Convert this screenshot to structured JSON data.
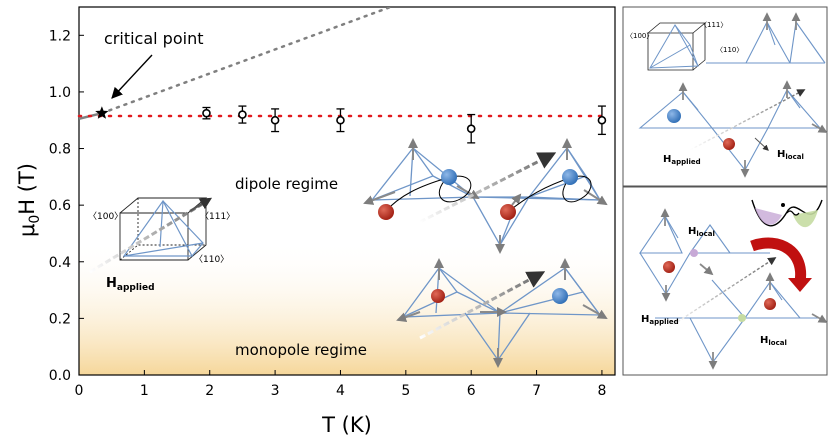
{
  "chart_data": {
    "type": "scatter",
    "title": "",
    "xlabel": "T (K)",
    "ylabel": "μ0H (T)",
    "ylabel_main": "μ",
    "ylabel_sub": "0",
    "ylabel_rest": "H (T)",
    "xlim": [
      0,
      8.2
    ],
    "ylim": [
      0,
      1.3
    ],
    "xticks": [
      0,
      1,
      2,
      3,
      4,
      5,
      6,
      7,
      8
    ],
    "yticks": [
      0.0,
      0.2,
      0.4,
      0.6,
      0.8,
      1.0,
      1.2
    ],
    "ytick_labels": [
      "0.0",
      "0.2",
      "0.4",
      "0.6",
      "0.8",
      "1.0",
      "1.2"
    ],
    "series": [
      {
        "marker": "open-circle",
        "x": [
          1.95,
          2.5,
          3.0,
          4.0,
          6.0,
          8.0
        ],
        "y": [
          0.925,
          0.92,
          0.9,
          0.9,
          0.87,
          0.9
        ],
        "err": [
          0.02,
          0.03,
          0.04,
          0.04,
          0.05,
          0.05
        ]
      }
    ],
    "critical_point": {
      "x": 0.35,
      "y": 0.925
    },
    "red_dotted_level": 0.915,
    "grey_line_start": [
      0.0,
      0.905
    ],
    "grey_line_end": [
      5.0,
      1.32
    ],
    "regions": [
      {
        "label": "dipole regime"
      },
      {
        "label": "monopole regime"
      }
    ],
    "annotations": {
      "critical_point": "critical point",
      "h_applied": "H",
      "h_applied_sub": "applied",
      "dir_100": "〈100〉",
      "dir_111": "〈111〉",
      "dir_110": "〈110〉"
    },
    "colors": {
      "red_dots": "#e0191e",
      "grey_line": "#808080",
      "monopole_gradient": "#f6d79a",
      "tetra_edge": "#6f96c8",
      "blue_sphere": "#3a7cc4",
      "red_sphere": "#b8281c",
      "arrow_red": "#cc1a12"
    }
  },
  "side_panels": {
    "top": {
      "dir_100": "〈100〉",
      "dir_111": "〈111〉",
      "dir_110": "〈110〉",
      "h_applied": "H",
      "h_applied_sub": "applied",
      "h_local": "H",
      "h_local_sub": "local"
    },
    "bottom": {
      "h_local_a": "H",
      "h_local_a_sub": "local",
      "h_applied": "H",
      "h_applied_sub": "applied",
      "h_local_b": "H",
      "h_local_b_sub": "local"
    }
  }
}
